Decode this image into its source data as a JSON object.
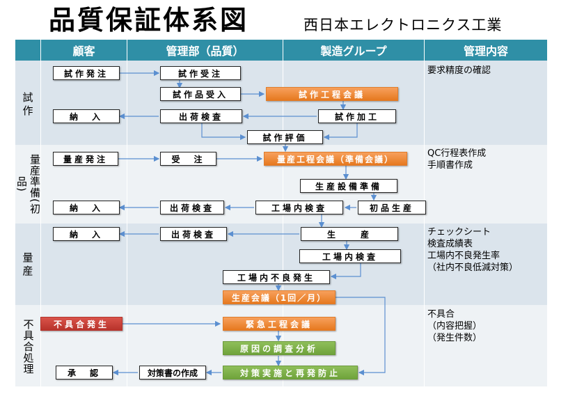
{
  "title": "品質保証体系図",
  "company": "西日本エレクトロニクス工業",
  "headers": [
    "顧客",
    "管理部（品質）",
    "製造グループ",
    "管理内容"
  ],
  "phases": {
    "trial": "試\n作",
    "preprod": "量産準備(初品)",
    "mass": "量\n産",
    "defect": "不具合処理"
  },
  "boxes": {
    "trial_order": "試作発注",
    "trial_receive": "試作受注",
    "trial_parts_receive": "試作品受入",
    "trial_process_meeting": "試作工程会議",
    "trial_delivery": "納　入",
    "trial_ship_inspect": "出荷検査",
    "trial_processing": "試作加工",
    "trial_evaluation": "試作評価",
    "mass_order": "量産発注",
    "order_receive": "受　注",
    "mass_process_meeting": "量産工程会議（準備会議）",
    "equip_prep": "生産設備準備",
    "pre_delivery": "納　入",
    "pre_ship_inspect": "出荷検査",
    "pre_factory_inspect": "工場内検査",
    "first_article": "初品生産",
    "mass_delivery": "納　入",
    "mass_ship_inspect": "出荷検査",
    "production": "生　　産",
    "mass_factory_inspect": "工場内検査",
    "internal_defect": "工場内不良発生",
    "prod_meeting": "生産会議（1回／月）",
    "defect_occur": "不具合発生",
    "emergency_meeting": "緊急工程会議",
    "cause_analysis": "原因の調査分析",
    "countermeasure": "対策実施と再発防止",
    "approval": "承　認",
    "countermeasure_doc": "対策書の作成"
  },
  "notes": {
    "trial": "要求精度の確認",
    "preprod": "QC行程表作成\n手順書作成",
    "mass": "チェックシート\n検査成績表\n工場内不良発生率\n（社内不良低減対策）",
    "defect": "不具合\n（内容把握）\n（発生件数）"
  },
  "colors": {
    "header": "#2f8fa6",
    "band_dark": "#dbe4ec",
    "band_light": "#eef2f5",
    "orange": "#f08a3c",
    "green": "#7cb24a",
    "red": "#c8433a",
    "arrow": "#5b8fd0"
  }
}
